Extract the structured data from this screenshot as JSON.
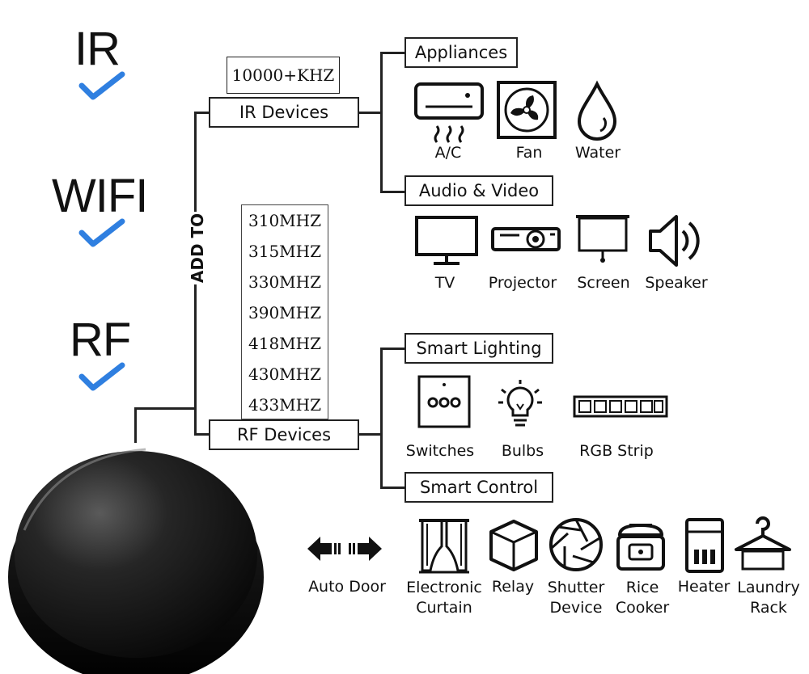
{
  "protocols": [
    {
      "label": "IR"
    },
    {
      "label": "WIFI"
    },
    {
      "label": "RF"
    }
  ],
  "add_to_label": "ADD TO",
  "ir_frequency": "10000+KHZ",
  "rf_frequencies": [
    "310MHZ",
    "315MHZ",
    "330MHZ",
    "390MHZ",
    "418MHZ",
    "430MHZ",
    "433MHZ"
  ],
  "ir_devices_label": "IR Devices",
  "rf_devices_label": "RF Devices",
  "categories": {
    "appliances": {
      "label": "Appliances",
      "items": [
        "A/C",
        "Fan",
        "Water"
      ]
    },
    "audio_video": {
      "label": "Audio & Video",
      "items": [
        "TV",
        "Projector",
        "Screen",
        "Speaker"
      ]
    },
    "smart_lighting": {
      "label": "Smart Lighting",
      "items": [
        "Switches",
        "Bulbs",
        "RGB Strip"
      ]
    },
    "smart_control": {
      "label": "Smart Control",
      "items": [
        "Auto Door",
        "Electronic Curtain",
        "Relay",
        "Shutter Device",
        "Rice Cooker",
        "Heater",
        "Laundry Rack"
      ]
    }
  },
  "colors": {
    "check": "#2f7fe0",
    "line": "#222222",
    "hub": "#111111"
  }
}
